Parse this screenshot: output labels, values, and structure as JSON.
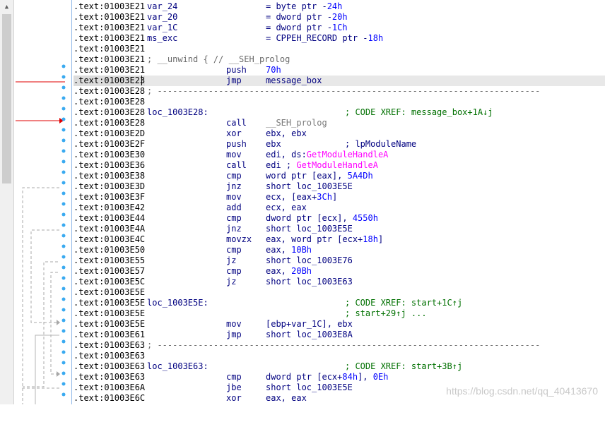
{
  "colors": {
    "address": "#000000",
    "code": "#000080",
    "import_name": "#ff00ff",
    "number": "#0000ff",
    "comment": "#6a6a6a",
    "xref_arrow": "#e00000",
    "flow_line": "#a8a8a8",
    "node_dot": "#3aaaf0"
  },
  "scrollbar": {
    "up_icon": "chevron-up-icon"
  },
  "watermark": "https://blog.csdn.net/qq_40413670",
  "rows": [
    {
      "addr": ".text:01003E21",
      "name": "var_24",
      "mnem": "",
      "ops": "= byte ptr -24h"
    },
    {
      "addr": ".text:01003E21",
      "name": "var_20",
      "mnem": "",
      "ops": "= dword ptr -20h"
    },
    {
      "addr": ".text:01003E21",
      "name": "var_1C",
      "mnem": "",
      "ops": "= dword ptr -1Ch"
    },
    {
      "addr": ".text:01003E21",
      "name": "ms_exc",
      "mnem": "",
      "ops": "= CPPEH_RECORD ptr -18h"
    },
    {
      "addr": ".text:01003E21",
      "name": "",
      "mnem": "",
      "ops": ""
    },
    {
      "addr": ".text:01003E21",
      "name": "; __unwind { // __SEH_prolog",
      "mnem": "",
      "ops": ""
    },
    {
      "addr": ".text:01003E21",
      "name": "",
      "mnem": "push",
      "ops": "70h"
    },
    {
      "addr": ".text:01003E23",
      "name": "",
      "mnem": "jmp",
      "ops": "message_box"
    },
    {
      "addr": ".text:01003E28",
      "name": "; ---------------------------------------------------------------------------",
      "mnem": "",
      "ops": ""
    },
    {
      "addr": ".text:01003E28",
      "name": "",
      "mnem": "",
      "ops": ""
    },
    {
      "addr": ".text:01003E28",
      "name": "loc_1003E28:",
      "mnem": "",
      "ops": "",
      "cmt": "; CODE XREF: message_box+1A↓j"
    },
    {
      "addr": ".text:01003E28",
      "name": "",
      "mnem": "call",
      "ops": "__SEH_prolog"
    },
    {
      "addr": ".text:01003E2D",
      "name": "",
      "mnem": "xor",
      "ops": "ebx, ebx"
    },
    {
      "addr": ".text:01003E2F",
      "name": "",
      "mnem": "push",
      "ops": "ebx",
      "cmt": "; lpModuleName"
    },
    {
      "addr": ".text:01003E30",
      "name": "",
      "mnem": "mov",
      "ops": "edi, ds:GetModuleHandleA"
    },
    {
      "addr": ".text:01003E36",
      "name": "",
      "mnem": "call",
      "ops": "edi ; GetModuleHandleA"
    },
    {
      "addr": ".text:01003E38",
      "name": "",
      "mnem": "cmp",
      "ops": "word ptr [eax], 5A4Dh"
    },
    {
      "addr": ".text:01003E3D",
      "name": "",
      "mnem": "jnz",
      "ops": "short loc_1003E5E"
    },
    {
      "addr": ".text:01003E3F",
      "name": "",
      "mnem": "mov",
      "ops": "ecx, [eax+3Ch]"
    },
    {
      "addr": ".text:01003E42",
      "name": "",
      "mnem": "add",
      "ops": "ecx, eax"
    },
    {
      "addr": ".text:01003E44",
      "name": "",
      "mnem": "cmp",
      "ops": "dword ptr [ecx], 4550h"
    },
    {
      "addr": ".text:01003E4A",
      "name": "",
      "mnem": "jnz",
      "ops": "short loc_1003E5E"
    },
    {
      "addr": ".text:01003E4C",
      "name": "",
      "mnem": "movzx",
      "ops": "eax, word ptr [ecx+18h]"
    },
    {
      "addr": ".text:01003E50",
      "name": "",
      "mnem": "cmp",
      "ops": "eax, 10Bh"
    },
    {
      "addr": ".text:01003E55",
      "name": "",
      "mnem": "jz",
      "ops": "short loc_1003E76"
    },
    {
      "addr": ".text:01003E57",
      "name": "",
      "mnem": "cmp",
      "ops": "eax, 20Bh"
    },
    {
      "addr": ".text:01003E5C",
      "name": "",
      "mnem": "jz",
      "ops": "short loc_1003E63"
    },
    {
      "addr": ".text:01003E5E",
      "name": "",
      "mnem": "",
      "ops": ""
    },
    {
      "addr": ".text:01003E5E",
      "name": "loc_1003E5E:",
      "mnem": "",
      "ops": "",
      "cmt": "; CODE XREF: start+1C↑j"
    },
    {
      "addr": ".text:01003E5E",
      "name": "",
      "mnem": "",
      "ops": "",
      "cmt": "; start+29↑j ..."
    },
    {
      "addr": ".text:01003E5E",
      "name": "",
      "mnem": "mov",
      "ops": "[ebp+var_1C], ebx"
    },
    {
      "addr": ".text:01003E61",
      "name": "",
      "mnem": "jmp",
      "ops": "short loc_1003E8A"
    },
    {
      "addr": ".text:01003E63",
      "name": "; ---------------------------------------------------------------------------",
      "mnem": "",
      "ops": ""
    },
    {
      "addr": ".text:01003E63",
      "name": "",
      "mnem": "",
      "ops": ""
    },
    {
      "addr": ".text:01003E63",
      "name": "loc_1003E63:",
      "mnem": "",
      "ops": "",
      "cmt": "; CODE XREF: start+3B↑j"
    },
    {
      "addr": ".text:01003E63",
      "name": "",
      "mnem": "cmp",
      "ops": "dword ptr [ecx+84h], 0Eh"
    },
    {
      "addr": ".text:01003E6A",
      "name": "",
      "mnem": "jbe",
      "ops": "short loc_1003E5E"
    },
    {
      "addr": ".text:01003E6C",
      "name": "",
      "mnem": "xor",
      "ops": "eax, eax"
    }
  ]
}
